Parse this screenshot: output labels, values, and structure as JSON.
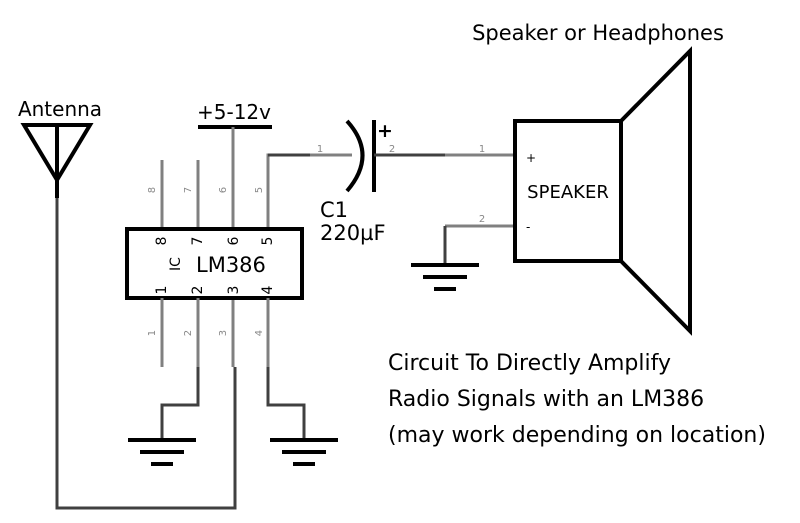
{
  "labels": {
    "speaker_title": "Speaker or Headphones",
    "antenna": "Antenna",
    "supply": "+5-12v",
    "cap_name": "C1",
    "cap_value": "220µF",
    "cap_plus": "+",
    "speaker_box": "SPEAKER",
    "speaker_plus": "+",
    "speaker_minus": "-",
    "ic_prefix": "IC",
    "ic_name": "LM386",
    "caption_line1": "Circuit To Directly Amplify",
    "caption_line2": "Radio Signals with an LM386",
    "caption_line3": "(may work depending on location)"
  },
  "pins": {
    "top_outer": [
      "8",
      "7",
      "6",
      "5"
    ],
    "top_inner": [
      "8",
      "7",
      "6",
      "5"
    ],
    "bottom_inner": [
      "1",
      "2",
      "3",
      "4"
    ],
    "bottom_outer": [
      "1",
      "2",
      "3",
      "4"
    ],
    "cap_left": "1",
    "cap_right": "2",
    "spk_plus": "1",
    "spk_minus": "2"
  }
}
